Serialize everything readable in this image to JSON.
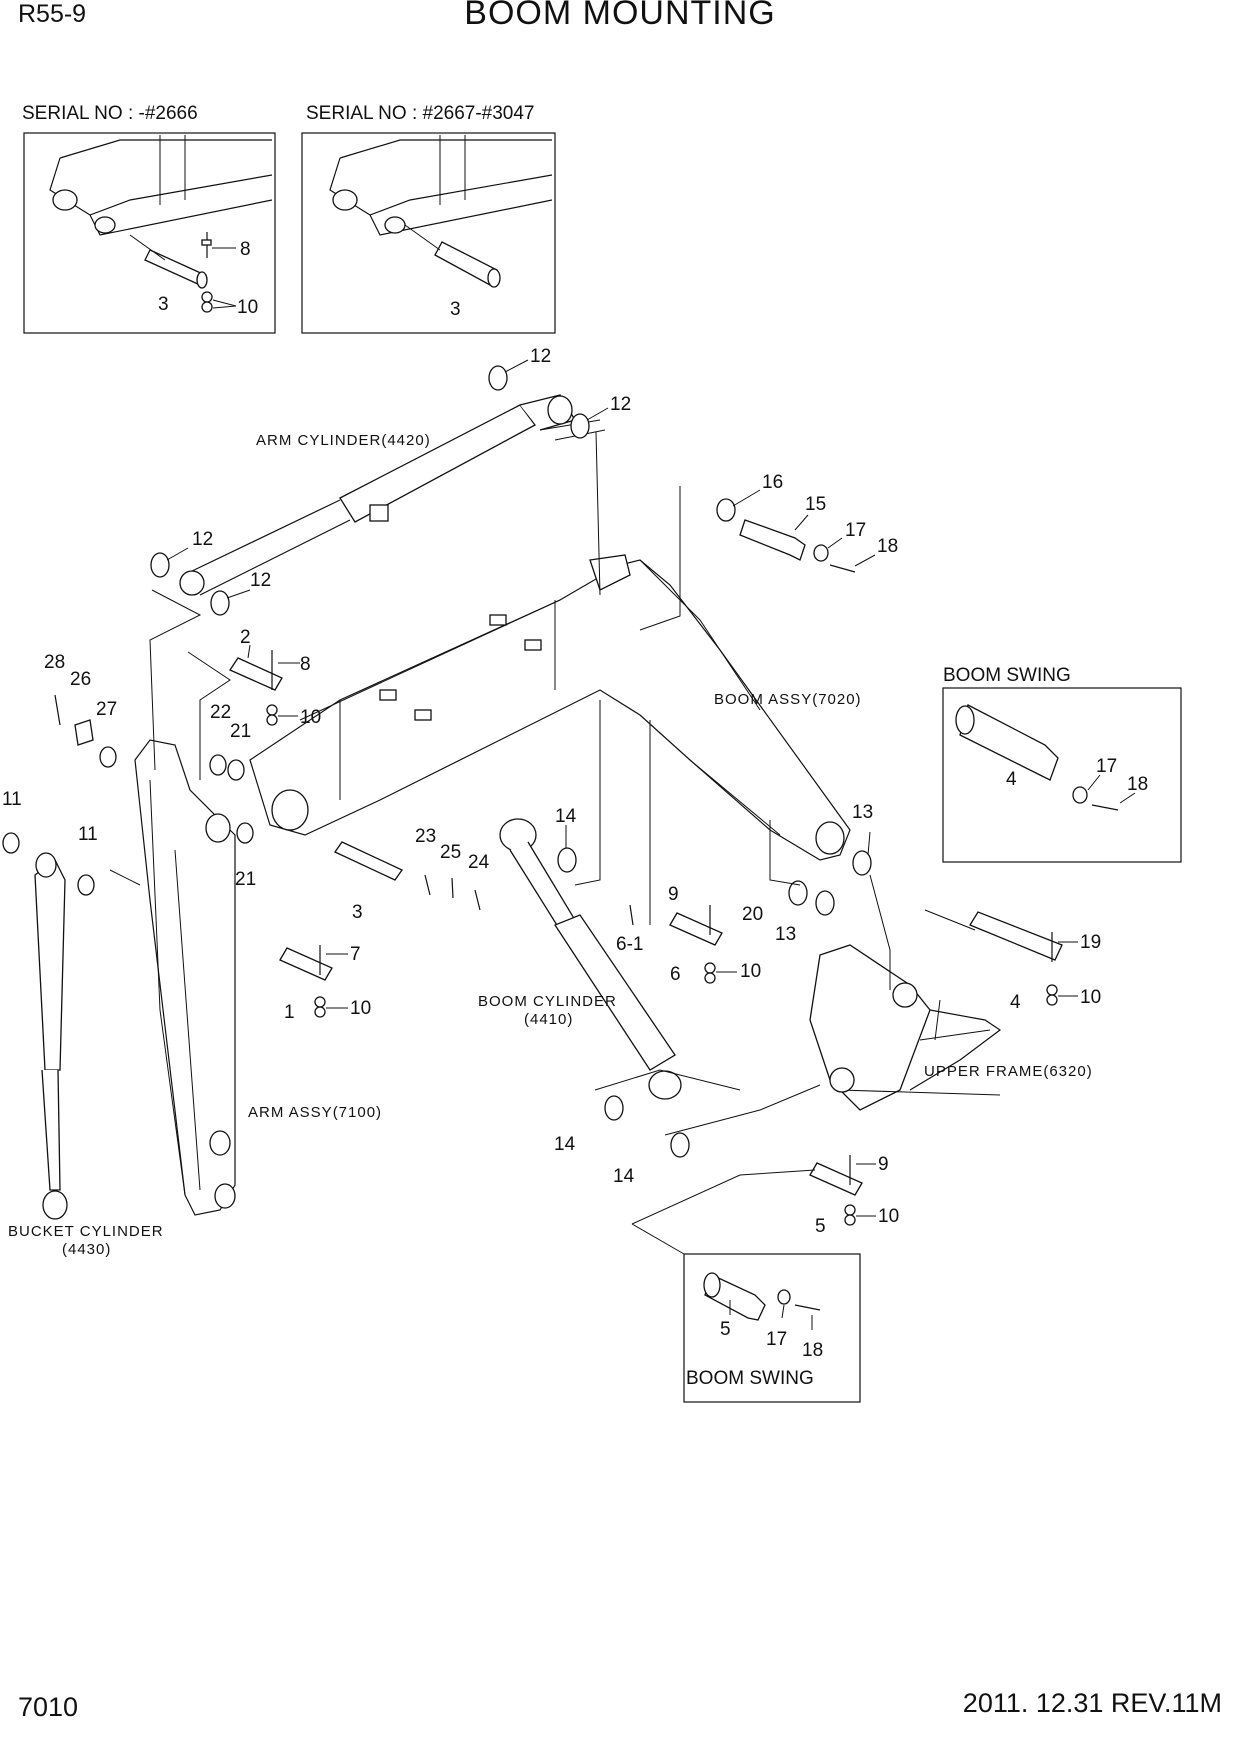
{
  "header": {
    "model": "R55-9",
    "title": "BOOM MOUNTING"
  },
  "footer": {
    "page_number": "7010",
    "revision": "2011. 12.31 REV.11M"
  },
  "inserts": {
    "serial_a": "SERIAL NO : -#2666",
    "serial_b": "SERIAL NO : #2667-#3047",
    "boom_swing_right": "BOOM SWING",
    "boom_swing_bottom": "BOOM SWING"
  },
  "assemblies": {
    "arm_cylinder": "ARM CYLINDER(4420)",
    "boom_assy": "BOOM ASSY(7020)",
    "boom_cylinder_1": "BOOM CYLINDER",
    "boom_cylinder_2": "(4410)",
    "upper_frame": "UPPER FRAME(6320)",
    "arm_assy": "ARM ASSY(7100)",
    "bucket_cylinder_1": "BUCKET CYLINDER",
    "bucket_cylinder_2": "(4430)"
  },
  "callouts": {
    "a_8": "8",
    "a_3": "3",
    "a_10": "10",
    "b_3": "3",
    "c12_top": "12",
    "c12_right": "12",
    "c12_left": "12",
    "c12_left2": "12",
    "c16": "16",
    "c15": "15",
    "c17": "17",
    "c18": "18",
    "c2": "2",
    "c8": "8",
    "c10_left": "10",
    "c28": "28",
    "c26": "26",
    "c27": "27",
    "c22": "22",
    "c21_top": "21",
    "c21_bot": "21",
    "c11_left": "11",
    "c11_mid": "11",
    "c23": "23",
    "c25": "25",
    "c24": "24",
    "c3": "3",
    "c14_top": "14",
    "c9_mid": "9",
    "c6_1": "6-1",
    "c6": "6",
    "c10_mid": "10",
    "c20": "20",
    "c13_top": "13",
    "c13_mid": "13",
    "c7": "7",
    "c1": "1",
    "c10_low": "10",
    "bs_4": "4",
    "bs_17": "17",
    "bs_18": "18",
    "c19": "19",
    "c4": "4",
    "c10_right": "10",
    "c14_a": "14",
    "c14_b": "14",
    "c9_low": "9",
    "c5": "5",
    "c10_bottom": "10",
    "bb_5": "5",
    "bb_17": "17",
    "bb_18": "18"
  }
}
